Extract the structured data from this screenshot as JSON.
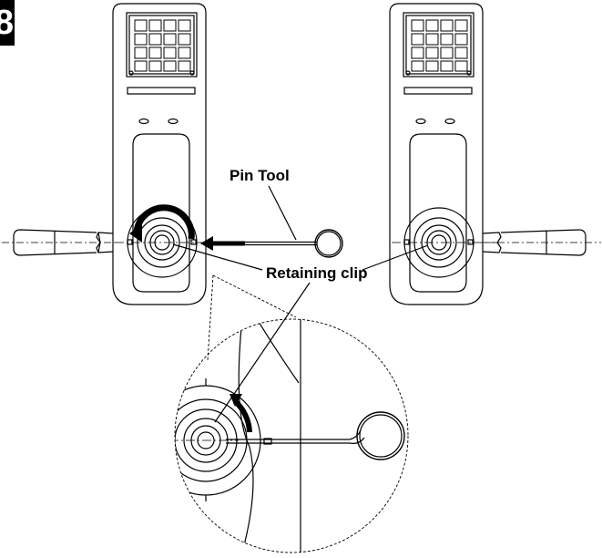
{
  "step_label": "8",
  "labels": {
    "pin_tool": "Pin Tool",
    "retaining_clip": "Retaining clip"
  },
  "colors": {
    "ink": "#000000",
    "background": "#ffffff"
  }
}
